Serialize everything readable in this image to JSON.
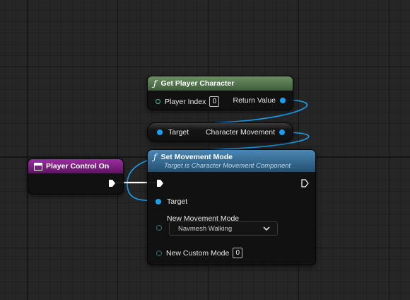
{
  "nodes": {
    "get_player_character": {
      "title": "Get Player Character",
      "pins": {
        "player_index_label": "Player Index",
        "player_index_value": "0",
        "return_value_label": "Return Value"
      }
    },
    "cast_node": {
      "pins": {
        "target_label": "Target",
        "output_label": "Character Movement"
      }
    },
    "player_control_on": {
      "title": "Player Control On"
    },
    "set_movement_mode": {
      "title": "Set Movement Mode",
      "subtitle": "Target is Character Movement Component",
      "pins": {
        "target_label": "Target",
        "new_movement_mode_label": "New Movement Mode",
        "new_movement_mode_value": "Navmesh Walking",
        "new_custom_mode_label": "New Custom Mode",
        "new_custom_mode_value": "0"
      }
    }
  },
  "colors": {
    "function_header_green": "#4c7048",
    "function_header_blue": "#2f6a94",
    "event_header_purple": "#7a1f7e",
    "object_pin": "#1aa0f0",
    "int_pin": "#3ec7a6",
    "wire_object": "#1aa0f0",
    "wire_exec": "#ffffff"
  },
  "icons": {
    "function": "function-f-icon",
    "event": "event-square-icon",
    "exec": "exec-arrow-icon",
    "dropdown": "chevron-down-icon"
  }
}
